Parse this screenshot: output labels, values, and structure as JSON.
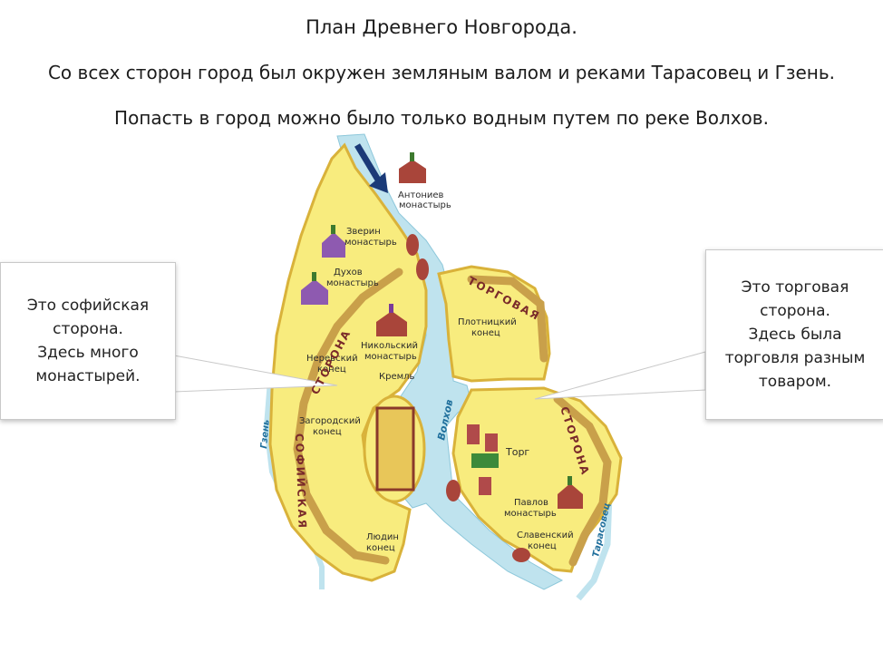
{
  "header": {
    "title": "План Древнего Новгорода.",
    "line2": "Со всех сторон город был окружен земляным валом и реками Тарасовец и Гзень.",
    "line3": "Попасть в город можно было только водным путем по  реке Волхов."
  },
  "callouts": {
    "left": "Это софийская\nсторона.\nЗдесь много\nмонастырей.",
    "right": "Это торговая\nсторона.\nЗдесь была\nторговля разным\nтоваром."
  },
  "map": {
    "labels": {
      "antoniev": [
        "Антониев",
        "монастырь"
      ],
      "zverin": [
        "Зверин",
        "монастырь"
      ],
      "dukhov": [
        "Духов",
        "монастырь"
      ],
      "nikolsky": [
        "Никольский",
        "монастырь"
      ],
      "nerevsky": [
        "Неревский",
        "конец"
      ],
      "kreml": "Кремль",
      "zagorodsky": [
        "Загородский",
        "конец"
      ],
      "lyudin": [
        "Людин",
        "конец"
      ],
      "plotnitsky": [
        "Плотницкий",
        "конец"
      ],
      "torg": "Торг",
      "pavlov": [
        "Павлов",
        "монастырь"
      ],
      "slavensky": [
        "Славенский",
        "конец"
      ]
    },
    "sides": {
      "sofia_upper": "СТОРОНА",
      "sofia_lower": "СОФИЙСКАЯ",
      "trade_upper": "ТОРГОВАЯ",
      "trade_lower": "СТОРОНА"
    },
    "rivers": {
      "volkhov": "Волхов",
      "tarasovets": "Тарасовец",
      "gzen": "Гзень"
    }
  },
  "colors": {
    "land": "#f8ec7e",
    "land_edge": "#d9b23a",
    "water": "#bfe3ee",
    "rampart": "#c9a04a",
    "arrow": "#1b3a78"
  }
}
